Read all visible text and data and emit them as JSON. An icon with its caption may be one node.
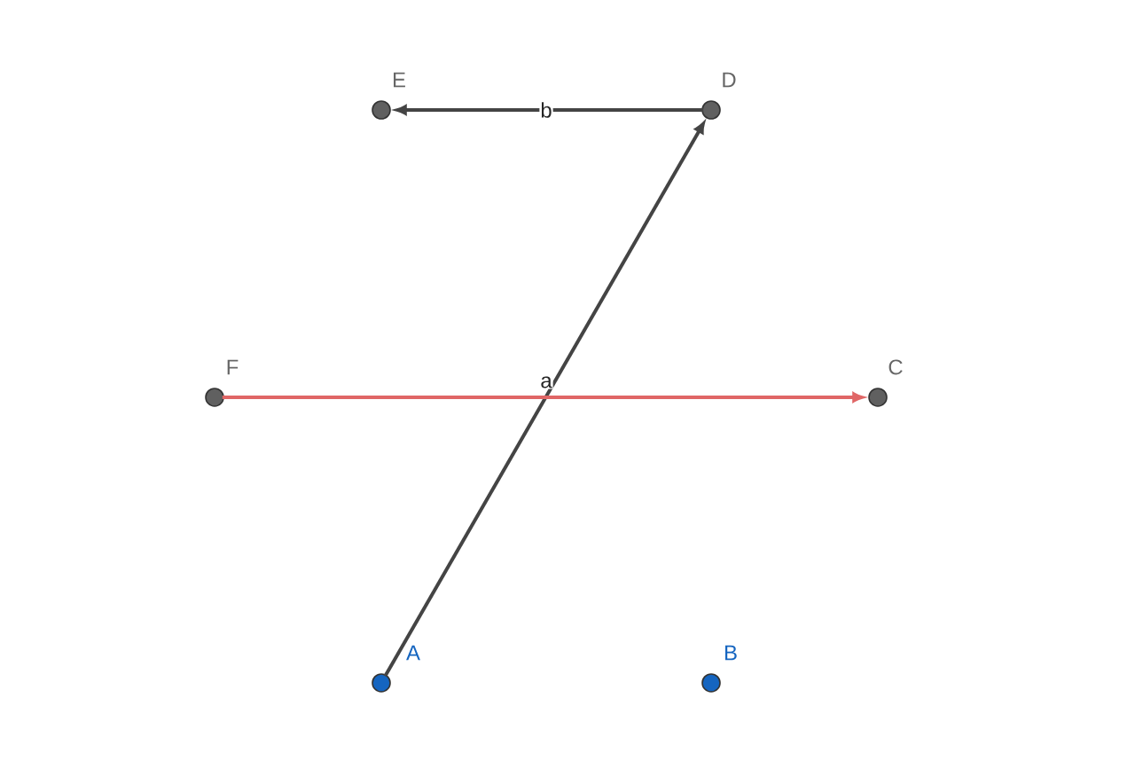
{
  "diagram": {
    "nodes": [
      {
        "text": [
          "E"
        ]
      },
      {
        "text": [
          "D"
        ]
      },
      {
        "text": [
          "F"
        ]
      },
      {
        "text": [
          "C"
        ]
      },
      {
        "text": [
          "A"
        ]
      },
      {
        "text": [
          "B"
        ]
      }
    ],
    "edges": [
      {
        "from": 1,
        "to": 0,
        "arrow": "to",
        "label": "b"
      },
      {
        "from": 4,
        "to": 1,
        "arrow": "to",
        "label": "a"
      },
      {
        "from": 2,
        "to": 3,
        "arrow": "to",
        "color": "#e06666"
      }
    ]
  }
}
